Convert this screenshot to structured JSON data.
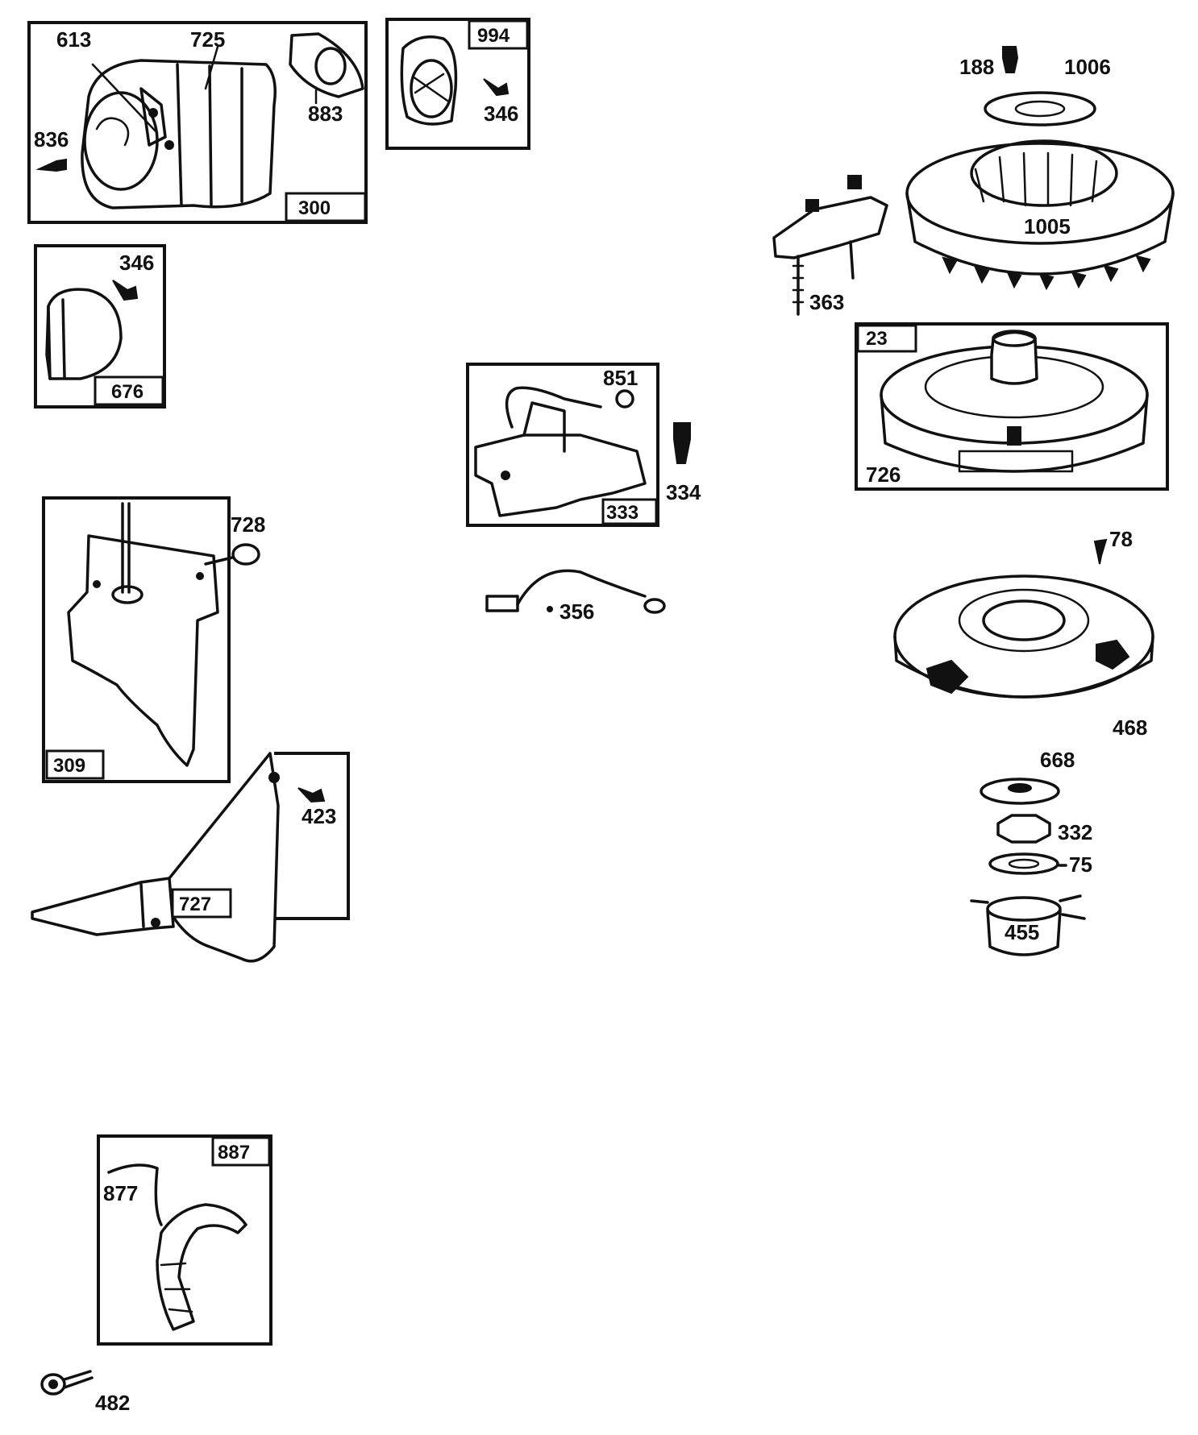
{
  "parts": {
    "p613": "613",
    "p725": "725",
    "p836": "836",
    "p883": "883",
    "p300": "300",
    "p994": "994",
    "p346a": "346",
    "p346b": "346",
    "p676": "676",
    "p188": "188",
    "p1006": "1006",
    "p1005": "1005",
    "p363": "363",
    "p23": "23",
    "p726": "726",
    "p851": "851",
    "p334": "334",
    "p333": "333",
    "p356": "356",
    "p728": "728",
    "p309": "309",
    "p423": "423",
    "p727": "727",
    "p78": "78",
    "p468": "468",
    "p668": "668",
    "p332": "332",
    "p75": "75",
    "p455": "455",
    "p887": "887",
    "p877": "877",
    "p482": "482"
  }
}
